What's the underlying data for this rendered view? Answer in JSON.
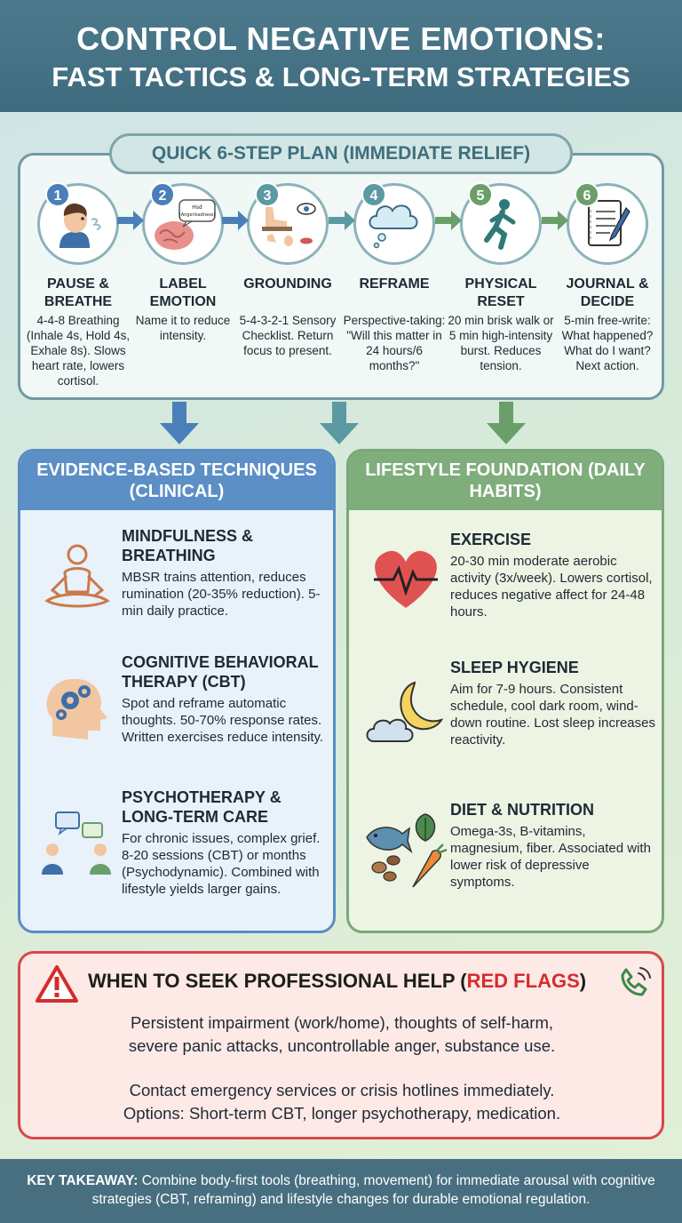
{
  "header": {
    "line1": "CONTROL NEGATIVE EMOTIONS:",
    "line2": "FAST TACTICS & LONG-TERM STRATEGIES"
  },
  "plan": {
    "title": "QUICK 6-STEP PLAN (IMMEDIATE RELIEF)",
    "steps": [
      {
        "num": "1",
        "title": "PAUSE & BREATHE",
        "desc": "4-4-8 Breathing (Inhale 4s, Hold 4s, Exhale 8s). Slows heart rate, lowers cortisol.",
        "icon": "breathing-face-icon",
        "color": "#4a7fb9"
      },
      {
        "num": "2",
        "title": "LABEL EMOTION",
        "desc": "Name it to reduce intensity.",
        "icon": "brain-icon",
        "bubble": "Hsd (Angerlsadness)",
        "color": "#4a7fb9"
      },
      {
        "num": "3",
        "title": "GROUNDING",
        "desc": "5-4-3-2-1 Sensory Checklist. Return focus to present.",
        "icon": "senses-icon",
        "color": "#5b9aa3"
      },
      {
        "num": "4",
        "title": "REFRAME",
        "desc": "Perspective-taking: \"Will this matter in 24 hours/6 months?\"",
        "icon": "thought-cloud-icon",
        "color": "#5b9aa3"
      },
      {
        "num": "5",
        "title": "PHYSICAL RESET",
        "desc": "20 min brisk walk or 5 min high-intensity burst. Reduces tension.",
        "icon": "running-icon",
        "color": "#6a9f6a"
      },
      {
        "num": "6",
        "title": "JOURNAL & DECIDE",
        "desc": "5-min free-write: What happened? What do I want? Next action.",
        "icon": "journal-icon",
        "color": "#6a9f6a"
      }
    ]
  },
  "clinical": {
    "title": "EVIDENCE-BASED TECHNIQUES (CLINICAL)",
    "items": [
      {
        "title": "MINDFULNESS & BREATHING",
        "desc": "MBSR trains attention, reduces rumination (20-35% reduction). 5-min daily practice."
      },
      {
        "title": "COGNITIVE BEHAVIORAL THERAPY (CBT)",
        "desc": "Spot and reframe automatic thoughts. 50-70% response rates. Written exercises reduce intensity."
      },
      {
        "title": "PSYCHOTHERAPY & LONG-TERM CARE",
        "desc": "For chronic issues, complex grief. 8-20 sessions (CBT) or months (Psychodynamic). Combined with lifestyle yields larger gains."
      }
    ]
  },
  "lifestyle": {
    "title": "LIFESTYLE FOUNDATION (DAILY HABITS)",
    "items": [
      {
        "title": "EXERCISE",
        "desc": "20-30 min moderate aerobic activity (3x/week). Lowers cortisol, reduces negative affect for 24-48 hours."
      },
      {
        "title": "SLEEP HYGIENE",
        "desc": "Aim for 7-9 hours. Consistent schedule, cool dark room, wind-down routine. Lost sleep increases reactivity."
      },
      {
        "title": "DIET & NUTRITION",
        "desc": "Omega-3s, B-vitamins, magnesium, fiber. Associated with lower risk of depressive symptoms."
      }
    ]
  },
  "redflags": {
    "title_prefix": "WHEN TO SEEK PROFESSIONAL HELP (",
    "title_highlight": "RED FLAGS",
    "title_suffix": ")",
    "line1": "Persistent impairment (work/home), thoughts of self-harm,",
    "line2": "severe panic attacks, uncontrollable anger, substance use.",
    "line3": "Contact emergency services or crisis hotlines immediately.",
    "line4": "Options: Short-term CBT, longer psychotherapy, medication."
  },
  "footer": {
    "label": "KEY TAKEAWAY:",
    "text": " Combine body-first tools (breathing, movement) for immediate arousal with cognitive strategies (CBT, reframing) and lifestyle changes for durable emotional regulation."
  }
}
